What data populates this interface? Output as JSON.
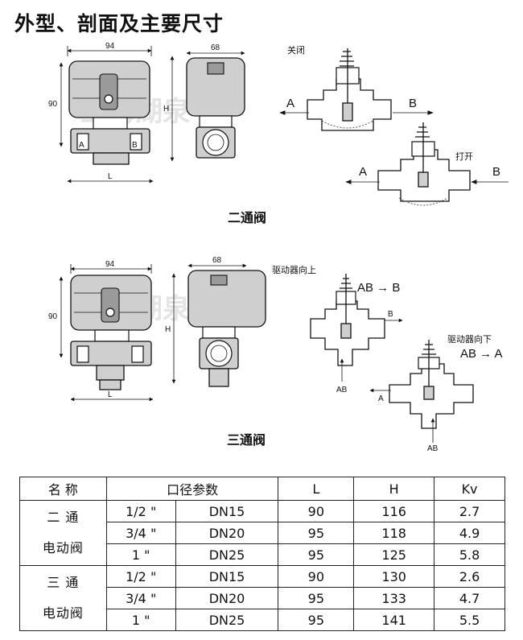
{
  "page_title": "外型、剖面及主要尺寸",
  "sections": {
    "two_way": {
      "title": "二通阀",
      "dims": {
        "width": "94",
        "height": "90",
        "depth": "68",
        "H": "H",
        "L": "L"
      },
      "ports": {
        "A": "A",
        "B": "B"
      },
      "state_closed": "关闭",
      "state_open": "打开"
    },
    "three_way": {
      "title": "三通阀",
      "dims": {
        "width": "94",
        "height": "90",
        "depth": "68",
        "H": "H",
        "L": "L"
      },
      "ports": {
        "A": "A",
        "B": "B",
        "AB": "AB"
      },
      "actuator_up": "驱动器向上",
      "flow_up": "AB → B",
      "actuator_down": "驱动器向下",
      "flow_down": "AB → A"
    }
  },
  "watermark": "上海湖泉",
  "spec_table": {
    "headers": [
      "名 称",
      "口径参数",
      "L",
      "H",
      "Kv"
    ],
    "groups": [
      {
        "name_line1": "二 通",
        "name_line2": "电动阀",
        "rows": [
          {
            "inch": "1/2 \"",
            "dn": "DN15",
            "L": "90",
            "H": "116",
            "Kv": "2.7"
          },
          {
            "inch": "3/4 \"",
            "dn": "DN20",
            "L": "95",
            "H": "118",
            "Kv": "4.9"
          },
          {
            "inch": "1 \"",
            "dn": "DN25",
            "L": "95",
            "H": "125",
            "Kv": "5.8"
          }
        ]
      },
      {
        "name_line1": "三 通",
        "name_line2": "电动阀",
        "rows": [
          {
            "inch": "1/2 \"",
            "dn": "DN15",
            "L": "90",
            "H": "130",
            "Kv": "2.6"
          },
          {
            "inch": "3/4 \"",
            "dn": "DN20",
            "L": "95",
            "H": "133",
            "Kv": "4.7"
          },
          {
            "inch": "1 \"",
            "dn": "DN25",
            "L": "95",
            "H": "141",
            "Kv": "5.5"
          }
        ]
      }
    ]
  }
}
